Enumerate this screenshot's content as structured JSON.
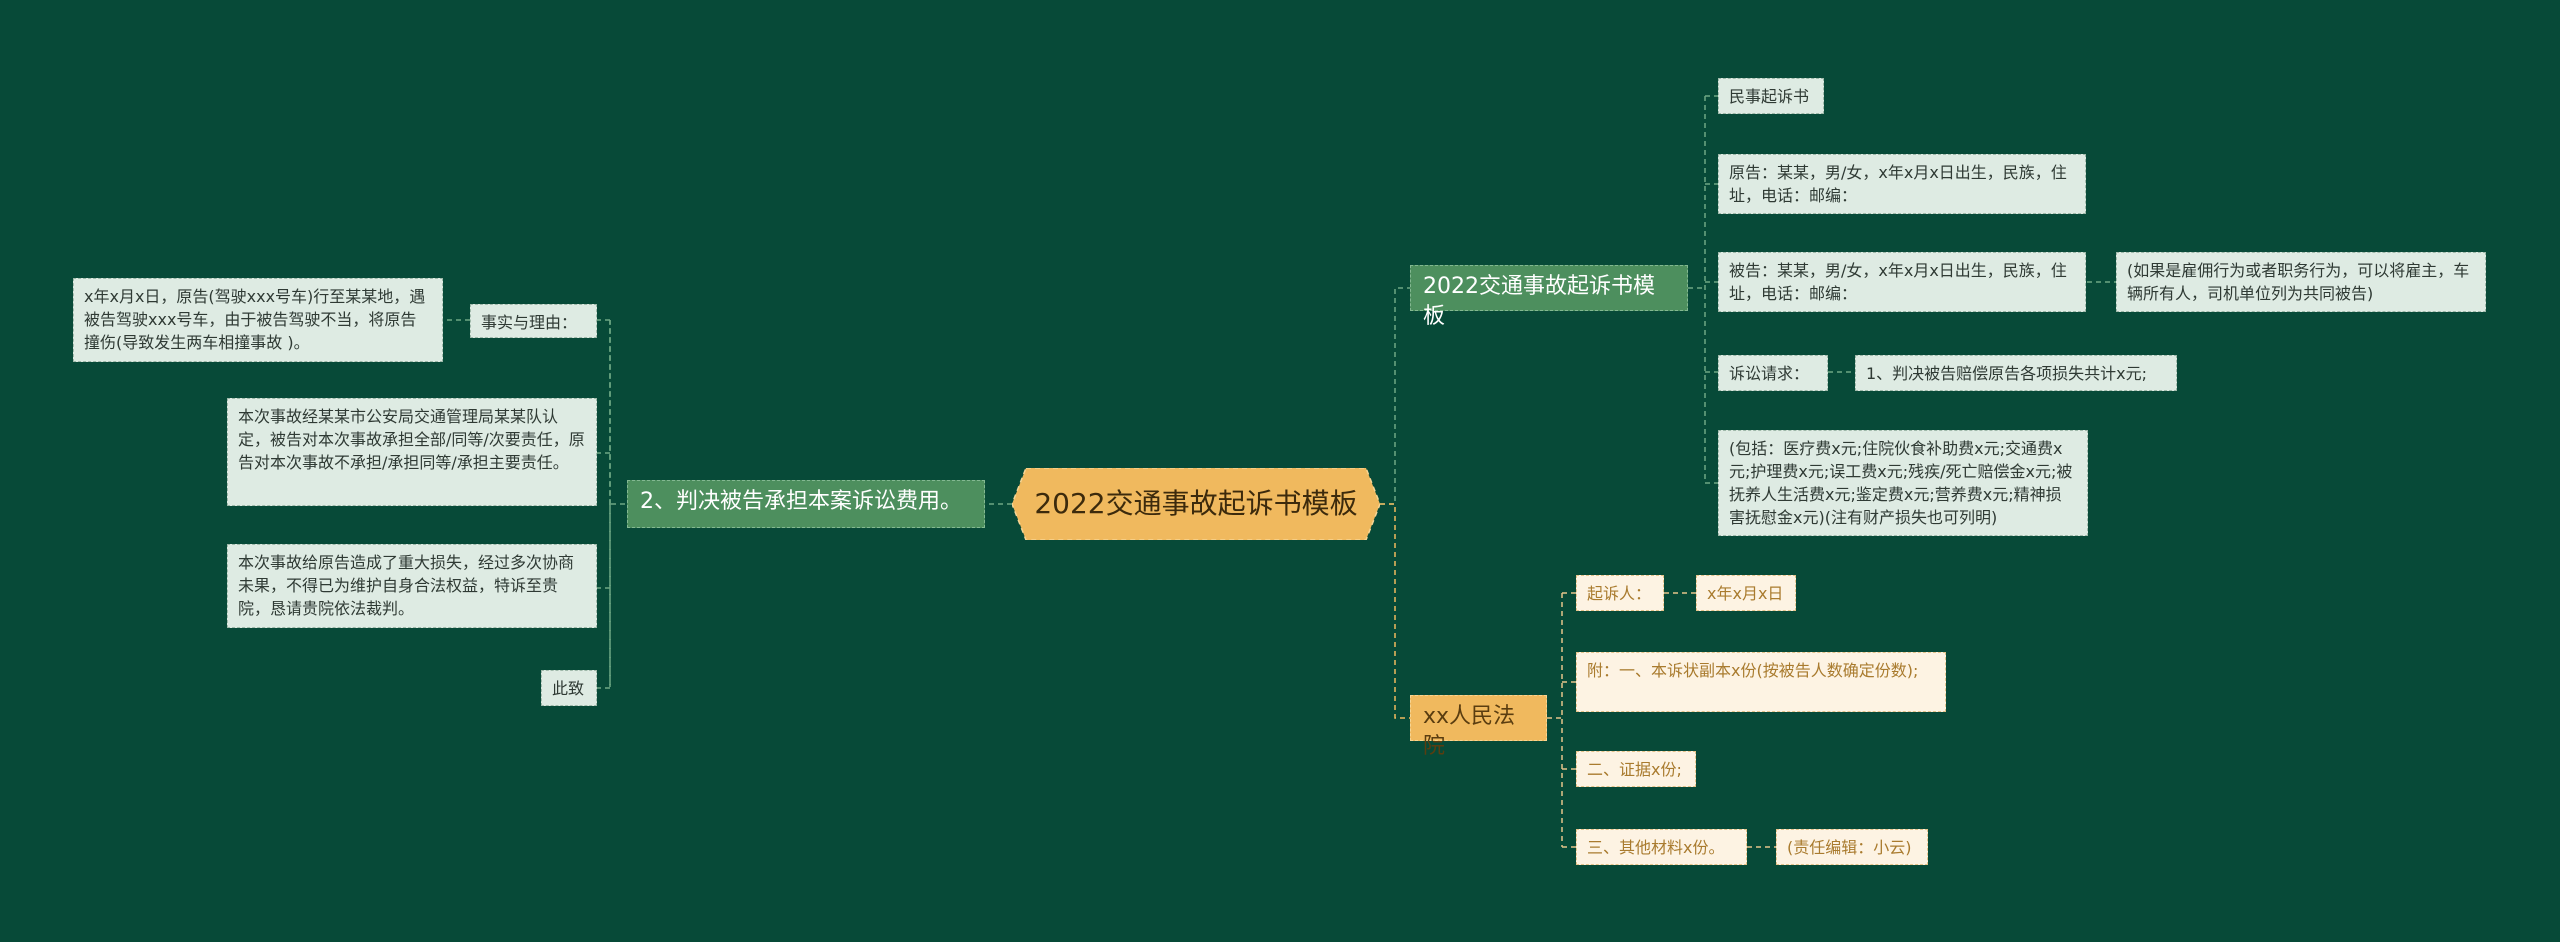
{
  "center": {
    "title": "2022交通事故起诉书模板"
  },
  "left": {
    "branch": "2、判决被告承担本案诉讼费用。",
    "fact_label": "事实与理由：",
    "fact_text": "x年x月x日，原告(驾驶xxx号车)行至某某地，遇被告驾驶xxx号车，由于被告驾驶不当，将原告撞伤(导致发生两车相撞事故 )。",
    "responsibility": "本次事故经某某市公安局交通管理局某某队认定，被告对本次事故承担全部/同等/次要责任，原告对本次事故不承担/承担同等/承担主要责任。",
    "loss": "本次事故给原告造成了重大损失，经过多次协商未果，不得已为维护自身合法权益，特诉至贵院，恳请贵院依法裁判。",
    "closing": "此致"
  },
  "right_top": {
    "branch": "2022交通事故起诉书模板",
    "doc_title": "民事起诉书",
    "plaintiff": "原告：某某，男/女，x年x月x日出生，民族，住址，电话：邮编：",
    "defendant": "被告：某某，男/女，x年x月x日出生，民族，住址，电话：邮编：",
    "defendant_note": "(如果是雇佣行为或者职务行为，可以将雇主，车辆所有人，司机单位列为共同被告)",
    "claim_label": "诉讼请求：",
    "claim_1": "1、判决被告赔偿原告各项损失共计x元;",
    "claim_detail": "(包括：医疗费x元;住院伙食补助费x元;交通费x元;护理费x元;误工费x元;残疾/死亡赔偿金x元;被抚养人生活费x元;鉴定费x元;营养费x元;精神损害抚慰金x元)(注有财产损失也可列明)"
  },
  "right_bottom": {
    "branch": "xx人民法院",
    "plaintiff_sign": "起诉人：",
    "date": "x年x月x日",
    "attach_1": "附：一、本诉状副本x份(按被告人数确定份数);",
    "attach_2": "二、证据x份;",
    "attach_3": "三、其他材料x份。",
    "editor": "(责任编辑：小云)"
  },
  "colors": {
    "background": "#074a38",
    "center_fill": "#f0b95e",
    "green_branch": "#4d8f5e",
    "gold_branch": "#f0b95e",
    "leaf_fill": "#deebe3",
    "gold_leaf_fill": "#fdf3e3"
  }
}
